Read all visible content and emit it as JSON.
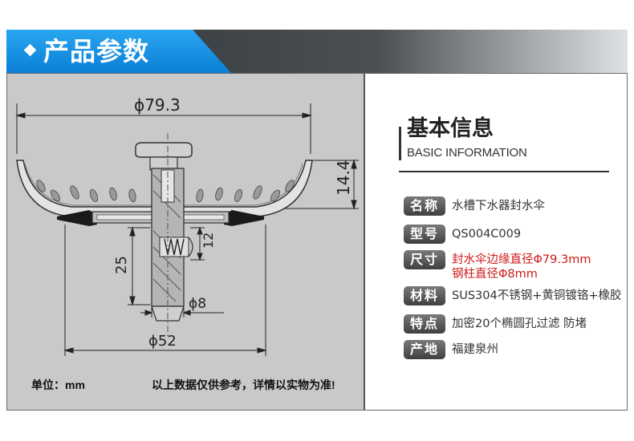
{
  "header": {
    "title": "产品参数"
  },
  "drawing": {
    "dims": {
      "top_diameter": "ϕ79.3",
      "height": "14.4",
      "stem_length": "25",
      "spring_length": "12",
      "rod_diameter": "ϕ8",
      "bottom_diameter": "ϕ52"
    },
    "unit_label": "单位：mm",
    "note": "以上数据仅供参考，详情以实物为准!"
  },
  "info": {
    "heading": "基本信息",
    "subheading": "BASIC INFORMATION",
    "rows": [
      {
        "tag": "名称",
        "value": "水槽下水器封水伞",
        "value2": ""
      },
      {
        "tag": "型号",
        "value": "QS004C009",
        "value2": ""
      },
      {
        "tag": "尺寸",
        "value": "封水伞边缘直径Φ79.3mm",
        "value2": "钢柱直径Φ8mm"
      },
      {
        "tag": "材料",
        "value": "SUS304不锈钢+黄铜镀铬+橡胶",
        "value2": ""
      },
      {
        "tag": "特点",
        "value": "加密20个椭圆孔过滤 防堵",
        "value2": ""
      },
      {
        "tag": "产地",
        "value": "福建泉州",
        "value2": ""
      }
    ]
  },
  "colors": {
    "accent": "#0a7fd6",
    "highlight": "#d01818"
  }
}
